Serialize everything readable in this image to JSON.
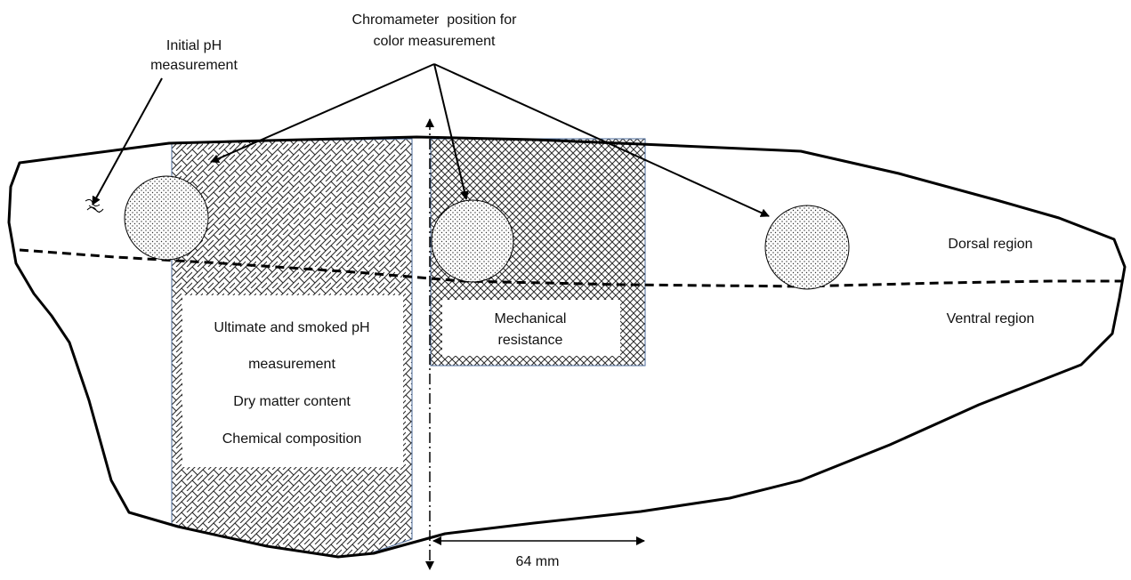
{
  "labels": {
    "initial_ph_line1": "Initial pH",
    "initial_ph_line2": "measurement",
    "chromameter_line1": "Chromameter  position for",
    "chromameter_line2": "color measurement",
    "dorsal": "Dorsal region",
    "ventral": "Ventral region",
    "mech_line1": "Mechanical",
    "mech_line2": "resistance",
    "ultimate_line1": "Ultimate and smoked pH",
    "ultimate_line2": "measurement",
    "dry_matter": "Dry matter content",
    "chemical": "Chemical composition",
    "distance": "64 mm"
  },
  "colors": {
    "outline": "#000000",
    "region_border": "#4a6a9a",
    "hatch": "#333333",
    "background": "#ffffff"
  }
}
